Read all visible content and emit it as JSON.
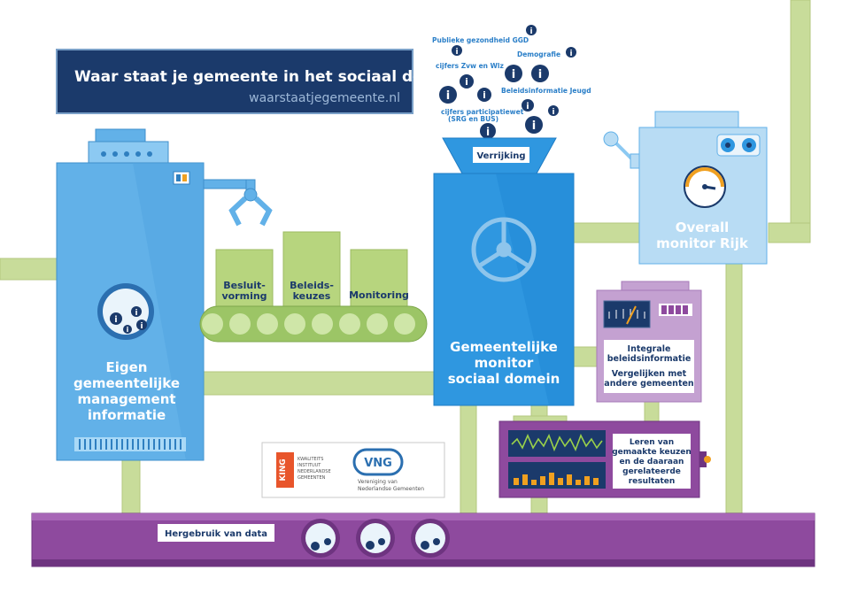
{
  "header": {
    "title": "Waar staat je gemeente in het sociaal domein?",
    "url": "waarstaatjegemeente.nl"
  },
  "sources": [
    "Publieke gezondheid GGD",
    "Demografie",
    "cijfers Zvw en Wlz",
    "Beleidsinformatie Jeugd",
    "cijfers participatiewet",
    "(SRG en BUS)"
  ],
  "info_icon_letter": "i",
  "funnel_label": "Verrijking",
  "machines": {
    "left": [
      "Eigen",
      "gemeentelijke",
      "management",
      "informatie"
    ],
    "center": [
      "Gemeentelijke",
      "monitor",
      "sociaal domein"
    ],
    "rijk": [
      "Overall",
      "monitor Rijk"
    ]
  },
  "conveyor_boxes": [
    [
      "Besluit-",
      "vorming"
    ],
    [
      "Beleids-",
      "keuzes"
    ],
    [
      "Monitoring"
    ]
  ],
  "integrale_panel": [
    "Integrale",
    "beleidsinformatie"
  ],
  "vergelijken_panel": [
    "Vergelijken met",
    "andere gemeenten"
  ],
  "leren_panel": [
    "Leren van",
    "gemaakte keuzen",
    "en de daaraan",
    "gerelateerde",
    "resultaten"
  ],
  "bottom_label": "Hergebruik van data",
  "logos": {
    "king_letters": "KING",
    "king_text": [
      "KWALITEITS",
      "INSTITUUT",
      "NEDERLANDSE",
      "GEMEENTEN"
    ],
    "vng_letters": "VNG",
    "vng_text": [
      "Vereniging van",
      "Nederlandse Gemeenten"
    ]
  },
  "colors": {
    "navy": "#1b3a6b",
    "blue_light": "#62b1e8",
    "blue_mid": "#2f97e0",
    "pipe_green": "#c8dc9a",
    "purple": "#8e4a9e",
    "lilac": "#c4a1d1"
  }
}
